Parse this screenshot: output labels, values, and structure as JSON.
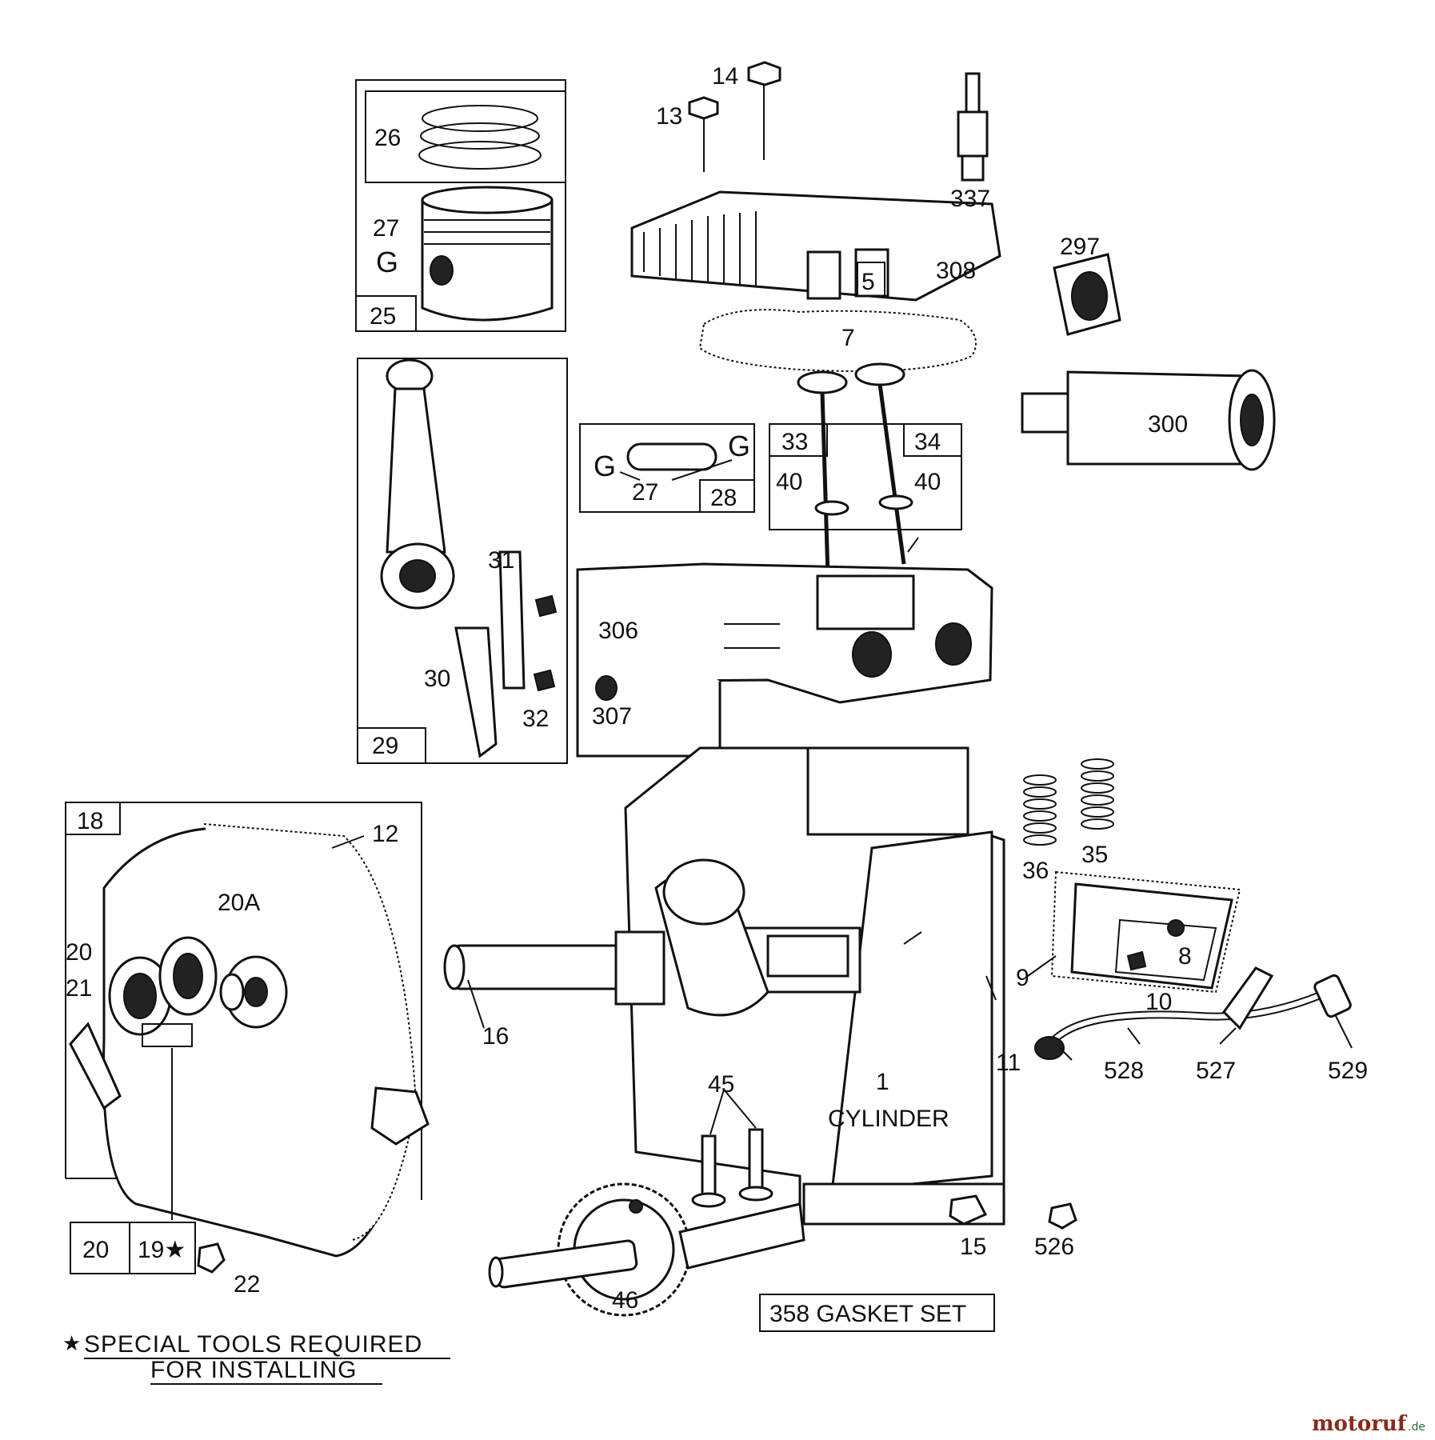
{
  "labels": {
    "p1": "1",
    "cylinder": "CYLINDER",
    "p5": "5",
    "p7": "7",
    "p8": "8",
    "p9": "9",
    "p10": "10",
    "p11": "11",
    "p12": "12",
    "p13": "13",
    "p14": "14",
    "p15": "15",
    "p16": "16",
    "p18": "18",
    "p19": "19★",
    "p20a": "20",
    "p20b": "20",
    "p20A": "20A",
    "p21": "21",
    "p22": "22",
    "p25": "25",
    "p26": "26",
    "p27a": "27",
    "p27b": "27",
    "gA": "G",
    "gB": "G",
    "gC": "G",
    "p28": "28",
    "p29": "29",
    "p30": "30",
    "p31": "31",
    "p32": "32",
    "p33": "33",
    "p34": "34",
    "p35": "35",
    "p36": "36",
    "p40a": "40",
    "p40b": "40",
    "p45": "45",
    "p46": "46",
    "p297": "297",
    "p300": "300",
    "p306": "306",
    "p307": "307",
    "p308": "308",
    "p337": "337",
    "p526": "526",
    "p527": "527",
    "p528": "528",
    "p529": "529",
    "gasket_set": "358 GASKET SET"
  },
  "footnote": {
    "star": "★",
    "line1": "SPECIAL TOOLS REQUIRED",
    "line2": "FOR INSTALLING"
  },
  "watermark": {
    "brand": "motoruf",
    "suffix": ".de"
  },
  "colors": {
    "ink": "#111111",
    "background": "#ffffff",
    "watermark_brand": "#8a2a1a",
    "watermark_accent": "#2a6a2a"
  }
}
